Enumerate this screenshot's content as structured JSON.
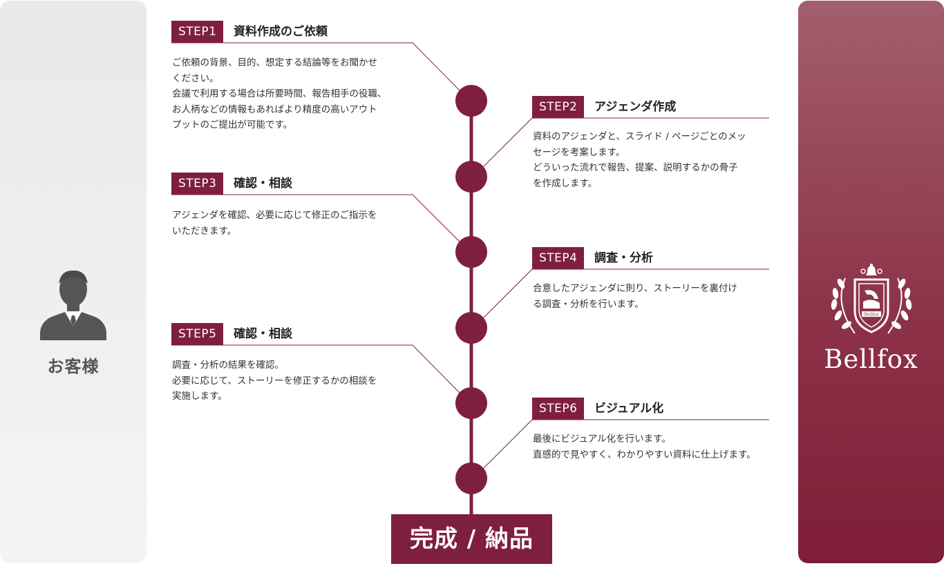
{
  "customer": {
    "label": "お客様",
    "icon": "customer-person-icon"
  },
  "brand": {
    "name": "Bellfox",
    "emblem_text": "Bellfox",
    "icon": "bellfox-crest-logo"
  },
  "colors": {
    "accent": "#7f1f3e",
    "line": "#7f1f3e",
    "text": "#333333"
  },
  "steps": [
    {
      "badge": "STEP1",
      "title": "資料作成のご依頼",
      "description": "ご依頼の背景、目的、想定する結論等をお聞かせ\nください。\n会議で利用する場合は所要時間、報告相手の役職、\nお人柄などの情報もあればより精度の高いアウト\nプットのご提出が可能です。"
    },
    {
      "badge": "STEP2",
      "title": "アジェンダ作成",
      "description": "資料のアジェンダと、スライド / ページごとのメッ\nセージを考案します。\nどういった流れで報告、提案、説明するかの骨子\nを作成します。"
    },
    {
      "badge": "STEP3",
      "title": "確認・相談",
      "description": "アジェンダを確認、必要に応じて修正のご指示を\nいただきます。"
    },
    {
      "badge": "STEP4",
      "title": "調査・分析",
      "description": "合意したアジェンダに則り、ストーリーを裏付け\nる調査・分析を行います。"
    },
    {
      "badge": "STEP5",
      "title": "確認・相談",
      "description": "調査・分析の結果を確認。\n必要に応じて、ストーリーを修正するかの相談を\n実施します。"
    },
    {
      "badge": "STEP6",
      "title": "ビジュアル化",
      "description": "最後にビジュアル化を行います。\n直感的で見やすく、わかりやすい資料に仕上げます。"
    }
  ],
  "final": {
    "label": "完成 / 納品"
  }
}
